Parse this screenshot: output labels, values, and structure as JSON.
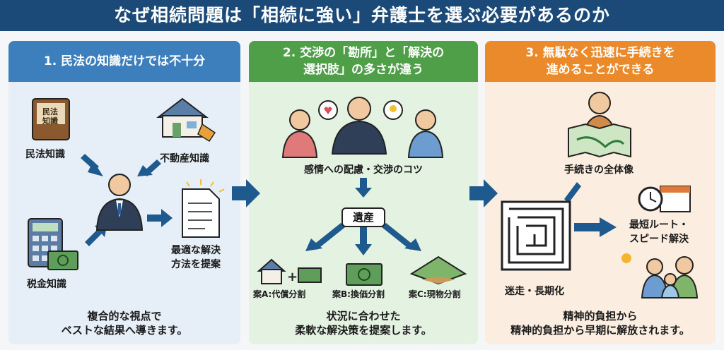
{
  "title": "なぜ相続問題は「相続に強い」弁護士を選ぶ必要があるのか",
  "panels": [
    {
      "heading": "1. 民法の知識だけでは不十分",
      "book_text": "民法知識",
      "labels": {
        "civil": "民法知識",
        "realestate": "不動産知識",
        "tax": "税金知識",
        "proposal_1": "最適な解決",
        "proposal_2": "方法を提案"
      },
      "footer": [
        "複合的な視点で",
        "ベストな結果へ導きます。"
      ]
    },
    {
      "heading_1": "2. 交渉の「勘所」と「解決の",
      "heading_2": "選択肢」の多さが違う",
      "labels": {
        "negotiation": "感情への配慮・交渉のコツ",
        "estate": "遺産",
        "planA": "案A:代償分割",
        "planB": "案B:換価分割",
        "planC": "案C:現物分割"
      },
      "footer": [
        "状況に合わせた",
        "柔軟な解決策を提案します。"
      ]
    },
    {
      "heading_1": "3. 無駄なく迅速に手続きを",
      "heading_2": "進めることができる",
      "labels": {
        "overview": "手続きの全体像",
        "maze": "迷走・長期化",
        "fast_1": "最短ルート・",
        "fast_2": "スピード解決"
      },
      "footer": [
        "精神的負担から",
        "精神的負担から早期に解放されます。"
      ]
    }
  ],
  "colors": {
    "title": "#1c4a78",
    "blue": "#3d7ebd",
    "green": "#4f9e48",
    "orange": "#eb8a2a",
    "arrow": "#1f5a8e"
  }
}
